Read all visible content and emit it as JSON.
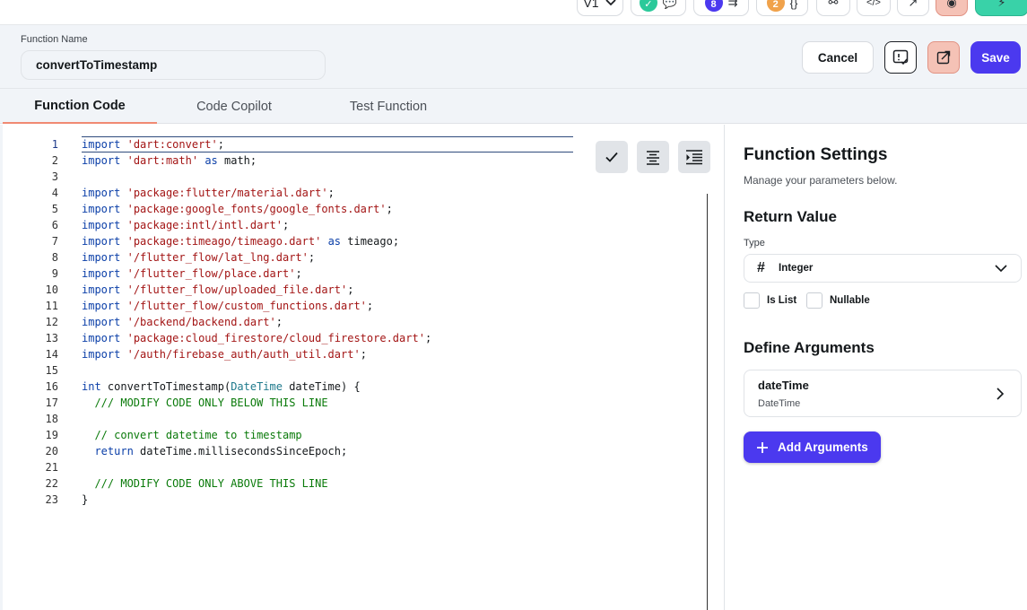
{
  "topbar": {
    "version_label": "V1",
    "badge_chat_count": "",
    "badge_tasks_count": "8",
    "badge_bugs_count": "2"
  },
  "header": {
    "function_name_label": "Function Name",
    "function_name_value": "convertToTimestamp",
    "cancel_label": "Cancel",
    "save_label": "Save"
  },
  "tabs": [
    {
      "label": "Function Code",
      "active": true
    },
    {
      "label": "Code Copilot",
      "active": false
    },
    {
      "label": "Test Function",
      "active": false
    }
  ],
  "code": {
    "line_numbers": [
      "1",
      "2",
      "3",
      "4",
      "5",
      "6",
      "7",
      "8",
      "9",
      "10",
      "11",
      "12",
      "13",
      "14",
      "15",
      "16",
      "17",
      "18",
      "19",
      "20",
      "21",
      "22",
      "23"
    ],
    "lines": [
      [
        {
          "t": "import",
          "c": "kw"
        },
        {
          "t": " "
        },
        {
          "t": "'dart:convert'",
          "c": "str"
        },
        {
          "t": ";"
        }
      ],
      [
        {
          "t": "import",
          "c": "kw"
        },
        {
          "t": " "
        },
        {
          "t": "'dart:math'",
          "c": "str"
        },
        {
          "t": " "
        },
        {
          "t": "as",
          "c": "kw"
        },
        {
          "t": " math;"
        }
      ],
      [],
      [
        {
          "t": "import",
          "c": "kw"
        },
        {
          "t": " "
        },
        {
          "t": "'package:flutter/material.dart'",
          "c": "str"
        },
        {
          "t": ";"
        }
      ],
      [
        {
          "t": "import",
          "c": "kw"
        },
        {
          "t": " "
        },
        {
          "t": "'package:google_fonts/google_fonts.dart'",
          "c": "str"
        },
        {
          "t": ";"
        }
      ],
      [
        {
          "t": "import",
          "c": "kw"
        },
        {
          "t": " "
        },
        {
          "t": "'package:intl/intl.dart'",
          "c": "str"
        },
        {
          "t": ";"
        }
      ],
      [
        {
          "t": "import",
          "c": "kw"
        },
        {
          "t": " "
        },
        {
          "t": "'package:timeago/timeago.dart'",
          "c": "str"
        },
        {
          "t": " "
        },
        {
          "t": "as",
          "c": "kw"
        },
        {
          "t": " timeago;"
        }
      ],
      [
        {
          "t": "import",
          "c": "kw"
        },
        {
          "t": " "
        },
        {
          "t": "'/flutter_flow/lat_lng.dart'",
          "c": "str"
        },
        {
          "t": ";"
        }
      ],
      [
        {
          "t": "import",
          "c": "kw"
        },
        {
          "t": " "
        },
        {
          "t": "'/flutter_flow/place.dart'",
          "c": "str"
        },
        {
          "t": ";"
        }
      ],
      [
        {
          "t": "import",
          "c": "kw"
        },
        {
          "t": " "
        },
        {
          "t": "'/flutter_flow/uploaded_file.dart'",
          "c": "str"
        },
        {
          "t": ";"
        }
      ],
      [
        {
          "t": "import",
          "c": "kw"
        },
        {
          "t": " "
        },
        {
          "t": "'/flutter_flow/custom_functions.dart'",
          "c": "str"
        },
        {
          "t": ";"
        }
      ],
      [
        {
          "t": "import",
          "c": "kw"
        },
        {
          "t": " "
        },
        {
          "t": "'/backend/backend.dart'",
          "c": "str"
        },
        {
          "t": ";"
        }
      ],
      [
        {
          "t": "import",
          "c": "kw"
        },
        {
          "t": " "
        },
        {
          "t": "'package:cloud_firestore/cloud_firestore.dart'",
          "c": "str"
        },
        {
          "t": ";"
        }
      ],
      [
        {
          "t": "import",
          "c": "kw"
        },
        {
          "t": " "
        },
        {
          "t": "'/auth/firebase_auth/auth_util.dart'",
          "c": "str"
        },
        {
          "t": ";"
        }
      ],
      [],
      [
        {
          "t": "int",
          "c": "kw"
        },
        {
          "t": " convertToTimestamp("
        },
        {
          "t": "DateTime",
          "c": "ty"
        },
        {
          "t": " dateTime) {"
        }
      ],
      [
        {
          "t": "  "
        },
        {
          "t": "/// MODIFY CODE ONLY BELOW THIS LINE",
          "c": "cm"
        }
      ],
      [],
      [
        {
          "t": "  "
        },
        {
          "t": "// convert datetime to timestamp",
          "c": "cm"
        }
      ],
      [
        {
          "t": "  "
        },
        {
          "t": "return",
          "c": "kw"
        },
        {
          "t": " dateTime.millisecondsSinceEpoch;"
        }
      ],
      [],
      [
        {
          "t": "  "
        },
        {
          "t": "/// MODIFY CODE ONLY ABOVE THIS LINE",
          "c": "cm"
        }
      ],
      [
        {
          "t": "}"
        }
      ]
    ]
  },
  "settings": {
    "title": "Function Settings",
    "subtitle": "Manage your parameters below.",
    "return_value_heading": "Return Value",
    "type_label": "Type",
    "type_value": "Integer",
    "is_list_label": "Is List",
    "nullable_label": "Nullable",
    "define_arguments_heading": "Define Arguments",
    "arguments": [
      {
        "name": "dateTime",
        "type": "DateTime"
      }
    ],
    "add_arguments_label": "Add Arguments"
  },
  "colors": {
    "primary": "#4b39ef",
    "tab_indicator": "#f08a73",
    "header_bg": "#f1f4f8"
  }
}
